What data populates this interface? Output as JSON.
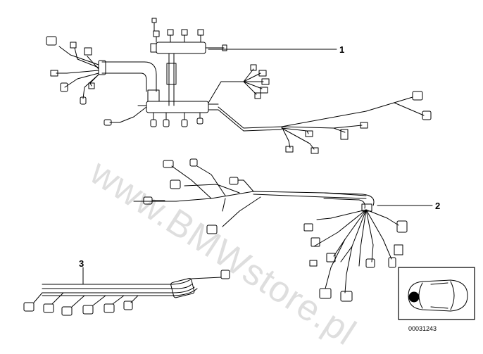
{
  "callouts": {
    "c1": "1",
    "c2": "2",
    "c3": "3"
  },
  "part_number": "00031243",
  "watermark": "www.BMWstore.pl",
  "colors": {
    "line": "#000000",
    "watermark": "#bdbdbd",
    "marker": "#000000"
  }
}
